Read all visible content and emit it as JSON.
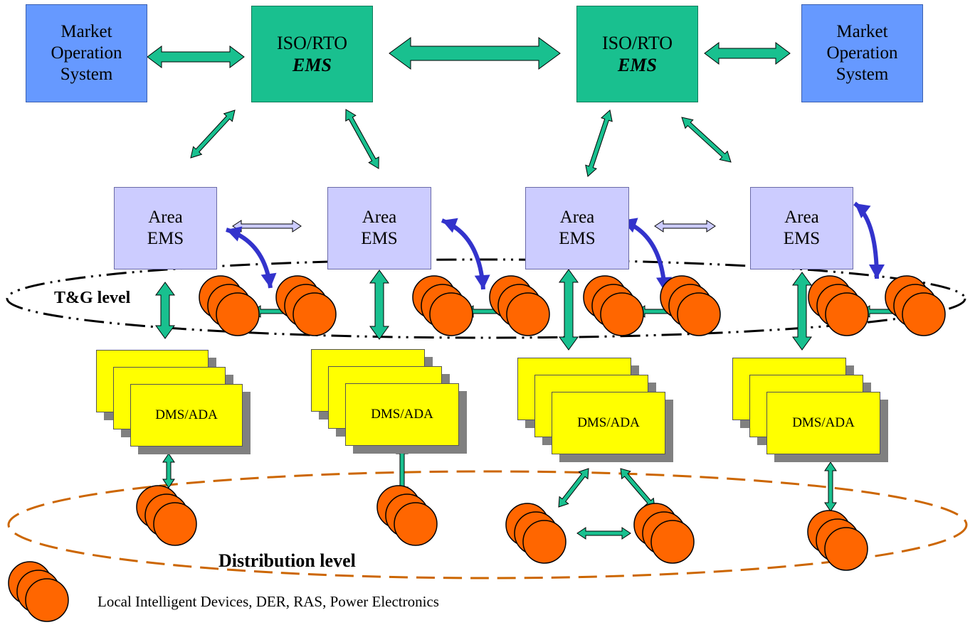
{
  "diagram": {
    "market_left": {
      "line1": "Market",
      "line2": "Operation",
      "line3": "System"
    },
    "market_right": {
      "line1": "Market",
      "line2": "Operation",
      "line3": "System"
    },
    "iso_left": {
      "line1": "ISO/RTO",
      "line2": "EMS"
    },
    "iso_right": {
      "line1": "ISO/RTO",
      "line2": "EMS"
    },
    "area_label_1": "Area",
    "area_label_2": "EMS",
    "dms_label": "DMS/ADA",
    "tg_level_label": "T&G level",
    "distribution_level_label": "Distribution level",
    "legend_text": "Local Intelligent Devices, DER, RAS, Power Electronics"
  },
  "colors": {
    "market": "#6699ff",
    "iso": "#19c08f",
    "area": "#ccccff",
    "dms": "#ffff00",
    "device": "#ff6600",
    "arrow_green": "#19c08f",
    "arrow_lavender": "#ccccff",
    "arrow_blue": "#3333cc",
    "tg_ellipse": "#000000",
    "distribution_ellipse": "#cc6600"
  }
}
